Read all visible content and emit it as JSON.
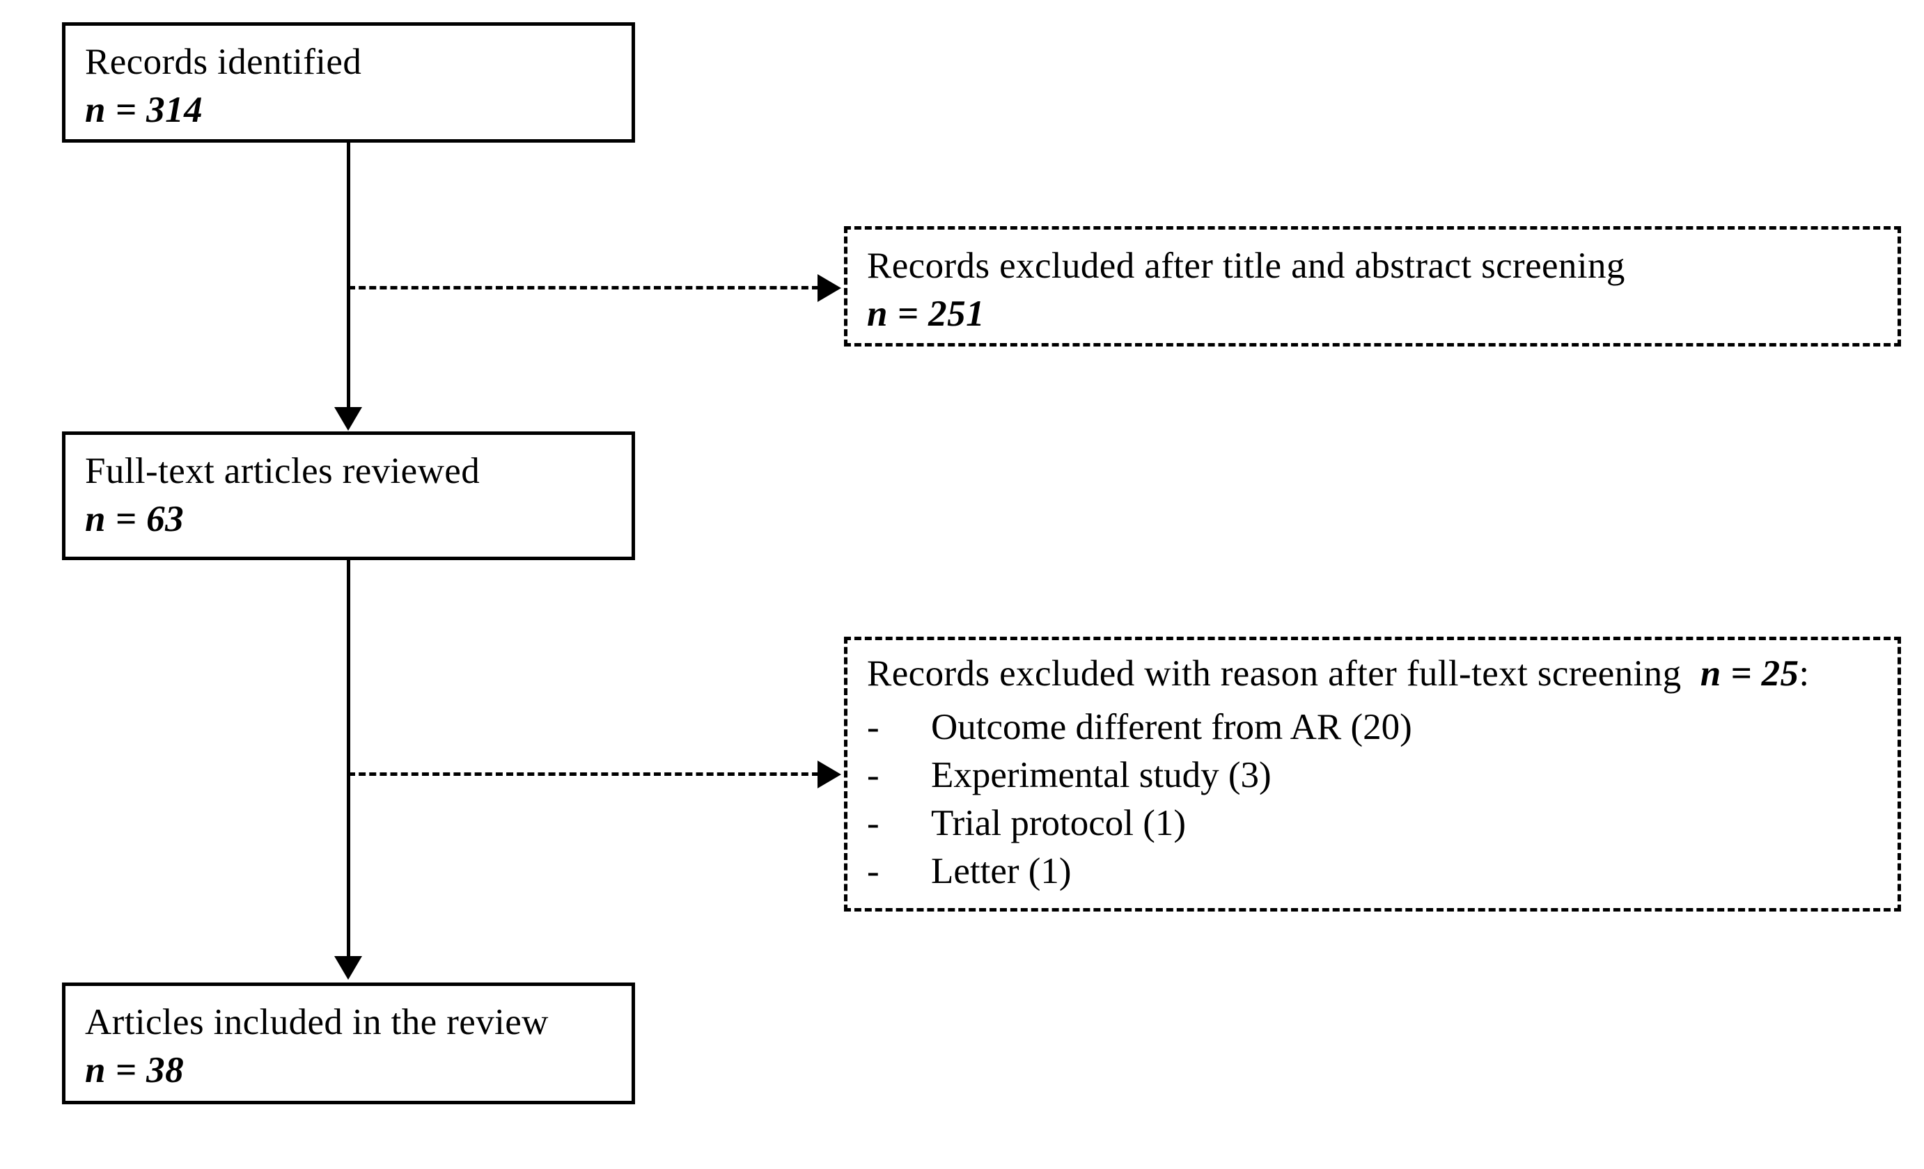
{
  "diagram": {
    "type": "prisma-flow-diagram",
    "nodes": {
      "identified": {
        "label": "Records identified",
        "count_text": "n = 314",
        "count": 314
      },
      "excluded_title_abstract": {
        "label": "Records excluded after title and abstract screening",
        "count_text": "n = 251",
        "count": 251
      },
      "fulltext_reviewed": {
        "label": "Full-text articles reviewed",
        "count_text": "n = 63",
        "count": 63
      },
      "excluded_fulltext": {
        "header_prefix": "Records excluded with reason after full-text screening",
        "header_count_text": "n = 25",
        "header_suffix": ":",
        "count": 25,
        "reasons": [
          {
            "marker": "-",
            "text": "Outcome different from AR (20)",
            "count": 20
          },
          {
            "marker": "-",
            "text": "Experimental study (3)",
            "count": 3
          },
          {
            "marker": "-",
            "text": "Trial protocol (1)",
            "count": 1
          },
          {
            "marker": "-",
            "text": "Letter (1)",
            "count": 1
          }
        ]
      },
      "included": {
        "label": "Articles included in the review",
        "count_text": "n = 38",
        "count": 38
      }
    },
    "colors": {
      "stroke": "#000000",
      "background": "#ffffff",
      "text": "#000000"
    }
  }
}
